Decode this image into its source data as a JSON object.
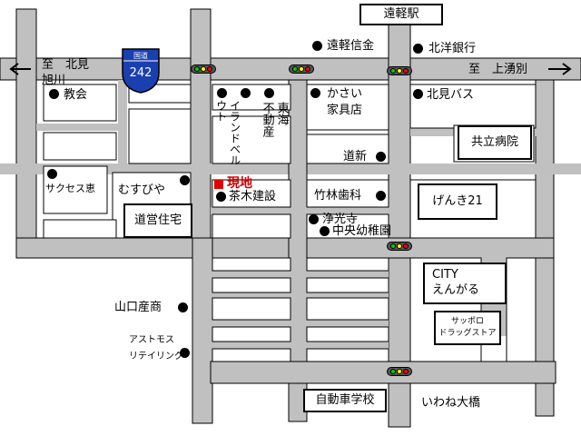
{
  "map": {
    "station": "遠軽駅",
    "direction_left": "至　北見\n旭川",
    "direction_right": "至　上湧別",
    "route_label": "国道",
    "route_number": "242",
    "current_location": "現地",
    "landmarks": {
      "enkei_shinkin": "遠軽信金",
      "hokuyo_bank": "北洋銀行",
      "church": "教会",
      "kasai_furniture": "かさい\n家具店",
      "kitami_bus": "北見バス",
      "tokai_fudosan": "東海\n不動産",
      "tokai_fudosan_right": "東海",
      "tokai_fudosan_left": "不動産",
      "toy_land": "ウ\nト\nイ\nラ\nン\nド\nベ\nル",
      "toy_land_a": "ウト",
      "toy_land_b": "イランドベル",
      "kyoritsu_hospital": "共立病院",
      "doshin": "道新",
      "success_kei": "サクセス恵",
      "musubiya": "むすびや",
      "doei_housing": "道営住宅",
      "chaki_kensetsu": "茶木建設",
      "takebayashi_dental": "竹林歯科",
      "genki21": "げんき21",
      "jokoji": "浄光寺",
      "chuo_kindergarten": "中央幼稚園",
      "city_engaru": "CITY\nえんがる",
      "yamaguchi_sansho": "山口産商",
      "astomos": "アストモス\nリテイリング",
      "sapporo_drug": "サッポロ\nドラッグストア",
      "driving_school": "自動車学校",
      "iwane_bridge": "いわね大橋"
    }
  }
}
